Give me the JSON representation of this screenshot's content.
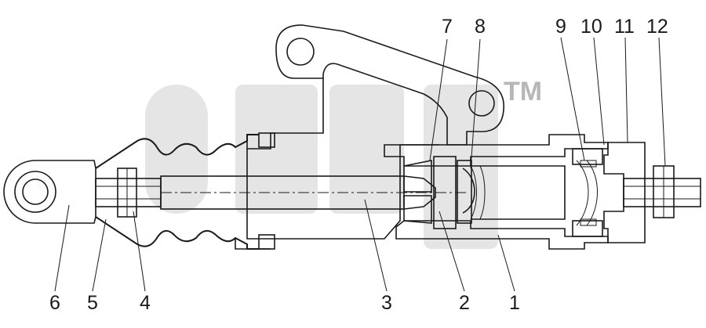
{
  "diagram": {
    "callouts": [
      {
        "id": "6",
        "text": "6"
      },
      {
        "id": "5",
        "text": "5"
      },
      {
        "id": "4",
        "text": "4"
      },
      {
        "id": "3",
        "text": "3"
      },
      {
        "id": "2",
        "text": "2"
      },
      {
        "id": "1",
        "text": "1"
      },
      {
        "id": "7",
        "text": "7"
      },
      {
        "id": "8",
        "text": "8"
      },
      {
        "id": "9",
        "text": "9"
      },
      {
        "id": "10",
        "text": "10"
      },
      {
        "id": "11",
        "text": "11"
      },
      {
        "id": "12",
        "text": "12"
      }
    ],
    "watermark": {
      "trademark": "TM"
    }
  },
  "colors": {
    "line": "#1a1a1a",
    "watermark": "#cfcfcf"
  }
}
